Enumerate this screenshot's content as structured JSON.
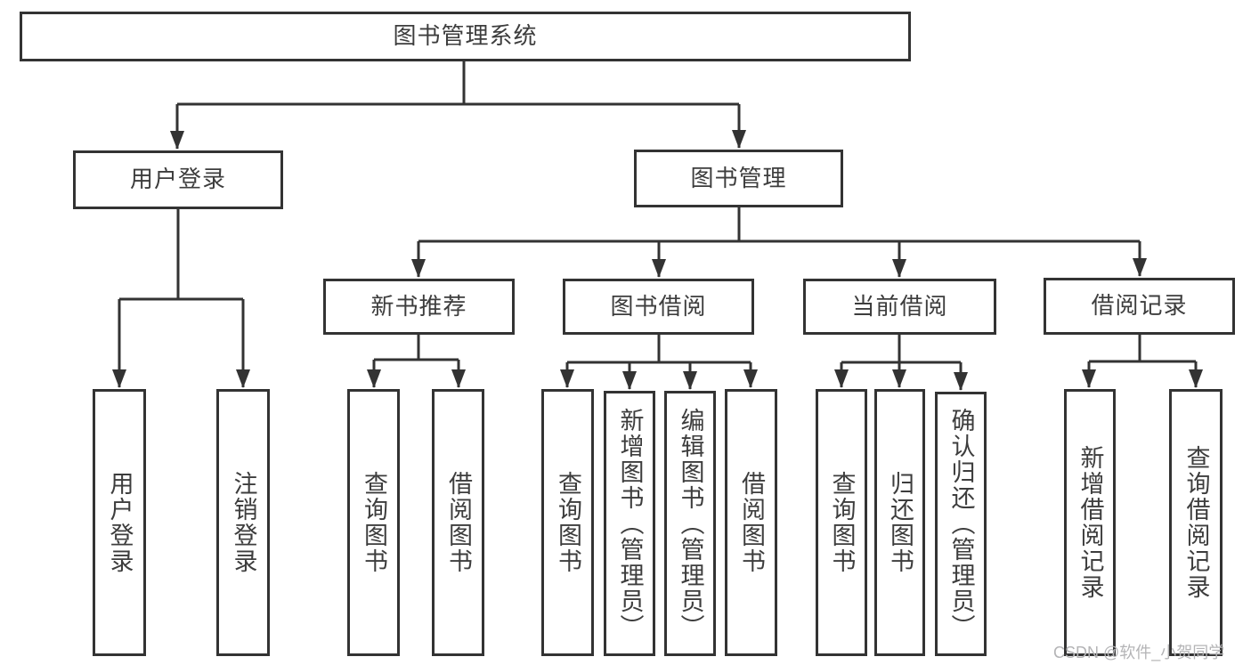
{
  "title": "图书管理系统",
  "diagram_type": "hierarchy-tree",
  "tree": {
    "label": "图书管理系统",
    "children": [
      {
        "label": "用户登录",
        "children": [
          {
            "label": "用户登录"
          },
          {
            "label": "注销登录"
          }
        ]
      },
      {
        "label": "图书管理",
        "children": [
          {
            "label": "新书推荐",
            "children": [
              {
                "label": "查询图书"
              },
              {
                "label": "借阅图书"
              }
            ]
          },
          {
            "label": "图书借阅",
            "children": [
              {
                "label": "查询图书"
              },
              {
                "label": "新增图书（管理员）"
              },
              {
                "label": "编辑图书（管理员）"
              },
              {
                "label": "借阅图书"
              }
            ]
          },
          {
            "label": "当前借阅",
            "children": [
              {
                "label": "查询图书"
              },
              {
                "label": "归还图书"
              },
              {
                "label": "确认归还（管理员）"
              }
            ]
          },
          {
            "label": "借阅记录",
            "children": [
              {
                "label": "新增借阅记录"
              },
              {
                "label": "查询借阅记录"
              }
            ]
          }
        ]
      }
    ]
  },
  "watermark": "CSDN @软件_小贺同学",
  "colors": {
    "line": "#333333",
    "box_border": "#333333",
    "text": "#3d3d3d",
    "watermark": "#b4b4b6",
    "background": "#ffffff"
  }
}
